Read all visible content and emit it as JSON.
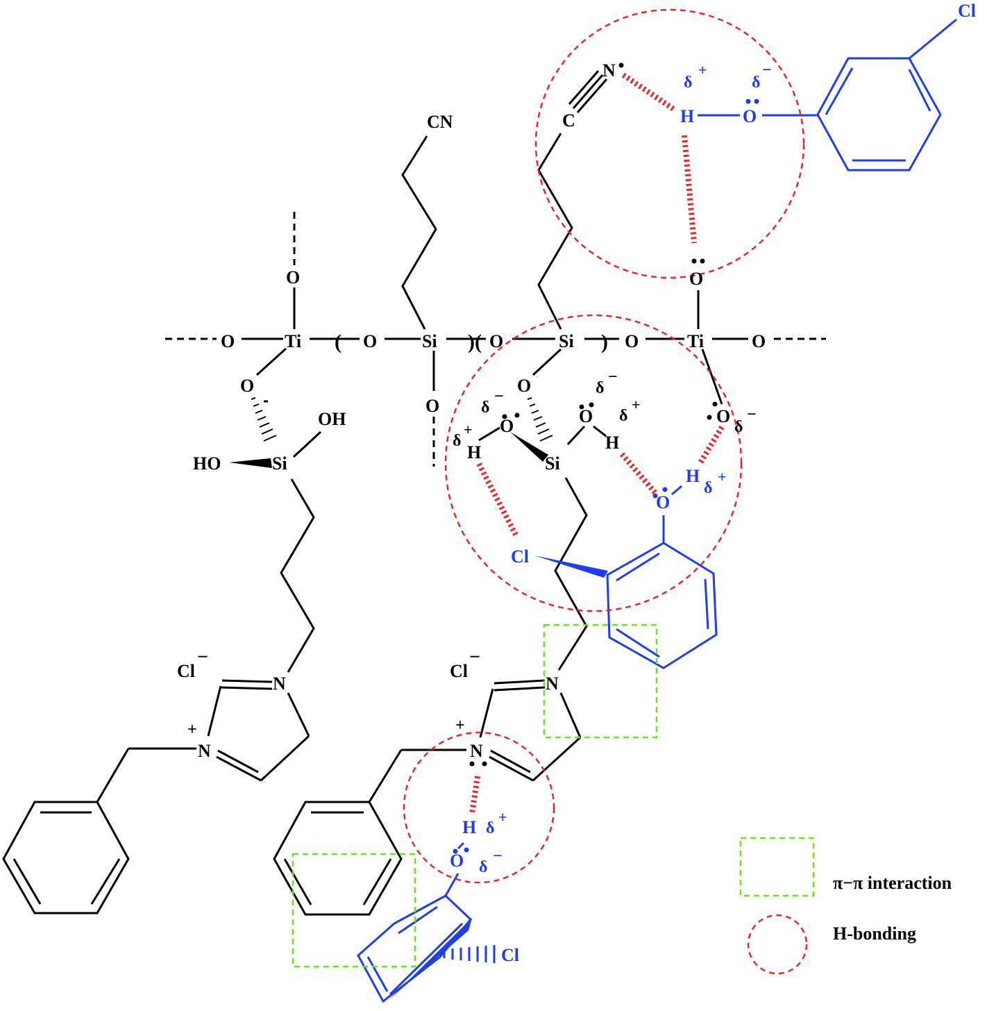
{
  "colors": {
    "black": "#000000",
    "blue": "#1f3df0",
    "hbond_red": "#e8262b",
    "pi_green": "#66e61a"
  },
  "labels": {
    "cn": "CN",
    "n_nitrile": "N",
    "c_nitrile": "C",
    "ti": "Ti",
    "si": "Si",
    "o": "O",
    "oh": "OH",
    "ho": "HO",
    "h": "H",
    "n": "N",
    "cl": "Cl",
    "cl_minus": "Cl",
    "minus": "−",
    "plus": "+",
    "delta": "δ",
    "paren_open": "(",
    "paren_close": ")"
  },
  "legend": {
    "pi_label": "π−π interaction",
    "hb_label": "H-bonding"
  }
}
